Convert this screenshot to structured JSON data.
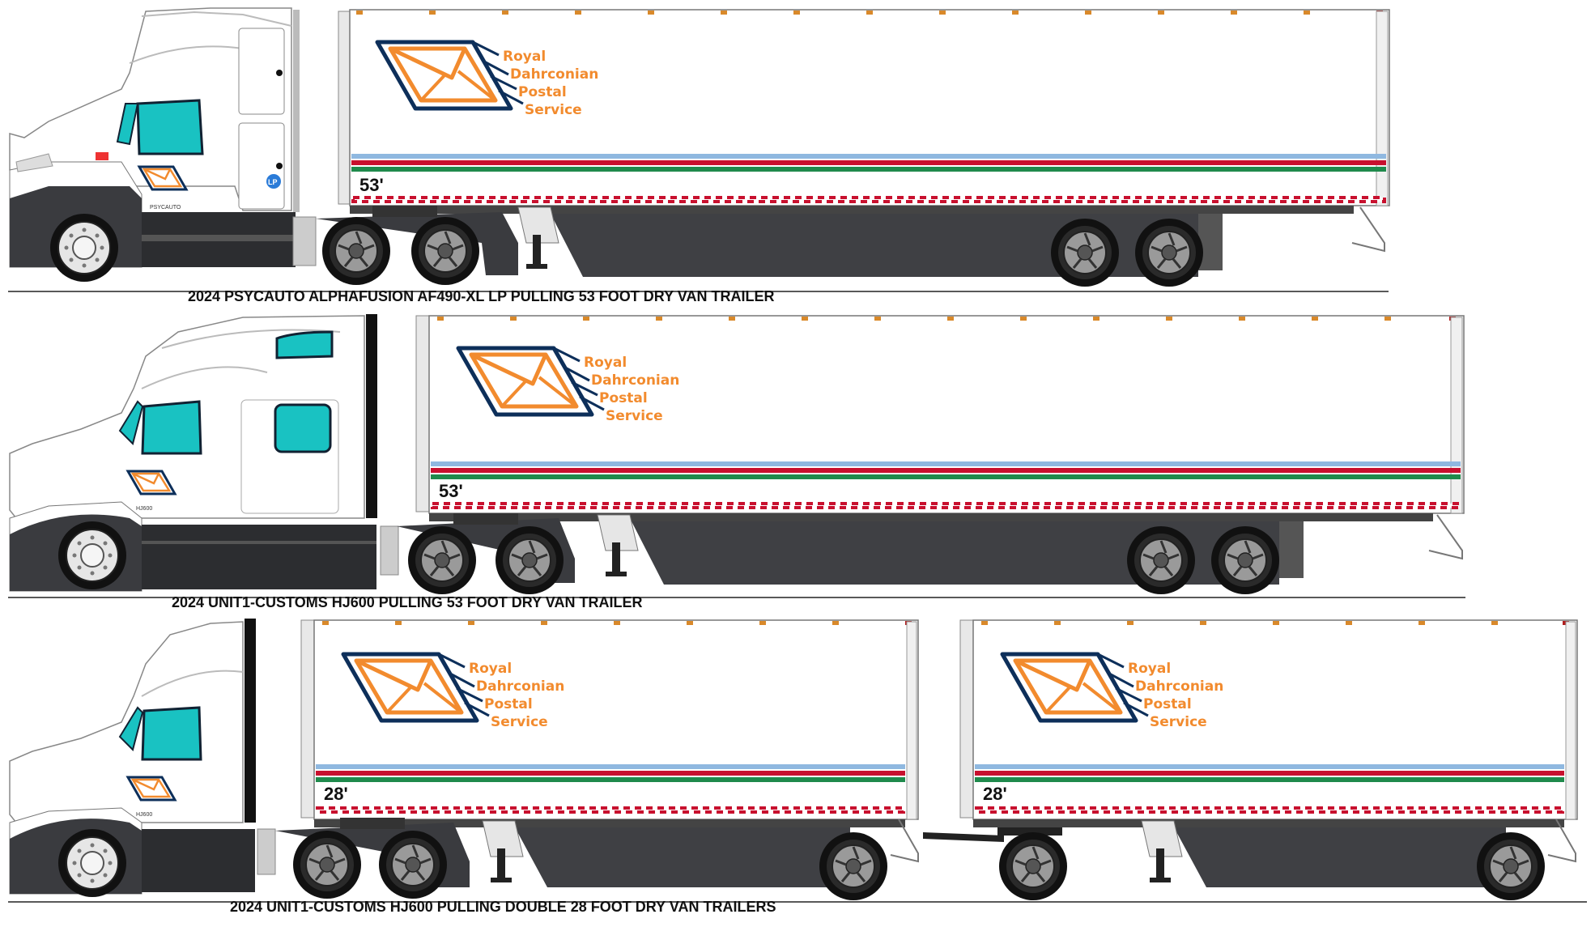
{
  "rows": [
    {
      "caption": "2024 PSYCAUTO ALPHAFUSION AF490-XL LP PULLING 53 FOOT DRY VAN TRAILER",
      "trailers": [
        {
          "length_label": "53'"
        }
      ],
      "tractor_badge": "LP",
      "tractor_maker": "PSYCAUTO"
    },
    {
      "caption": "2024 UNIT1-CUSTOMS HJ600 PULLING 53 FOOT DRY VAN TRAILER",
      "trailers": [
        {
          "length_label": "53'"
        }
      ],
      "tractor_maker": "HJ600"
    },
    {
      "caption": "2024 UNIT1-CUSTOMS HJ600 PULLING DOUBLE 28 FOOT DRY VAN TRAILERS",
      "trailers": [
        {
          "length_label": "28'"
        },
        {
          "length_label": "28'"
        }
      ],
      "tractor_maker": "HJ600"
    }
  ],
  "logo": {
    "line1": "Royal",
    "line2": "Dahrconian",
    "line3": "Postal",
    "line4": "Service"
  },
  "colors": {
    "logo_orange": "#f28b2e",
    "logo_navy": "#0d2f5a",
    "window_teal": "#19c2c2",
    "stripe_light_blue": "#8fb8e0",
    "stripe_red": "#c8102e",
    "stripe_green": "#1f8a4c",
    "skirt_gray": "#3f4044",
    "marker_amber": "#d9892a"
  }
}
